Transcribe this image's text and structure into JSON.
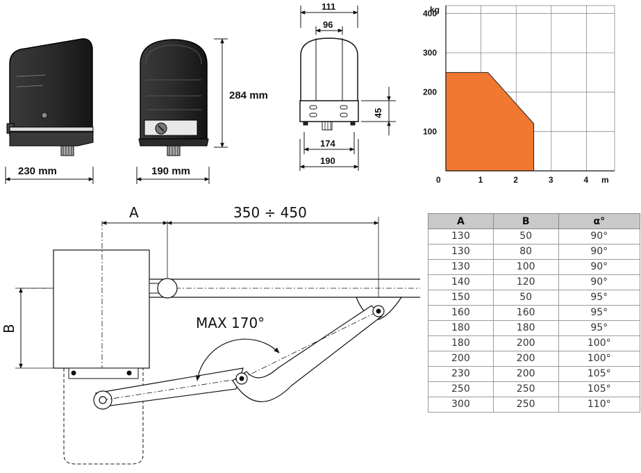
{
  "dims": {
    "side_width": "230 mm",
    "front_width": "190 mm",
    "height": "284 mm",
    "top_outer": "111",
    "top_inner": "96",
    "bracket_height": "45",
    "bracket_inner": "174",
    "bracket_outer": "190"
  },
  "install": {
    "label_a": "A",
    "label_b": "B",
    "arm_range": "350 ÷ 450",
    "max_angle": "MAX 170°"
  },
  "chart_data": {
    "type": "area",
    "ylabel": "kg",
    "xlabel": "m",
    "xlim": [
      0,
      4.8
    ],
    "ylim": [
      0,
      420
    ],
    "x_ticks": [
      0,
      1,
      2,
      3,
      4
    ],
    "y_ticks": [
      100,
      200,
      300,
      400
    ],
    "grid": true,
    "fill_color": "#f07830",
    "points": [
      [
        0,
        0
      ],
      [
        0,
        250
      ],
      [
        1.2,
        250
      ],
      [
        2,
        170
      ],
      [
        2.5,
        120
      ],
      [
        2.5,
        0
      ]
    ]
  },
  "table": {
    "headers": [
      "A",
      "B",
      "α°"
    ],
    "rows": [
      [
        "130",
        "50",
        "90°"
      ],
      [
        "130",
        "80",
        "90°"
      ],
      [
        "130",
        "100",
        "90°"
      ],
      [
        "140",
        "120",
        "90°"
      ],
      [
        "150",
        "50",
        "95°"
      ],
      [
        "160",
        "160",
        "95°"
      ],
      [
        "180",
        "180",
        "95°"
      ],
      [
        "180",
        "200",
        "100°"
      ],
      [
        "200",
        "200",
        "100°"
      ],
      [
        "230",
        "200",
        "105°"
      ],
      [
        "250",
        "250",
        "105°"
      ],
      [
        "300",
        "250",
        "110°"
      ]
    ]
  }
}
